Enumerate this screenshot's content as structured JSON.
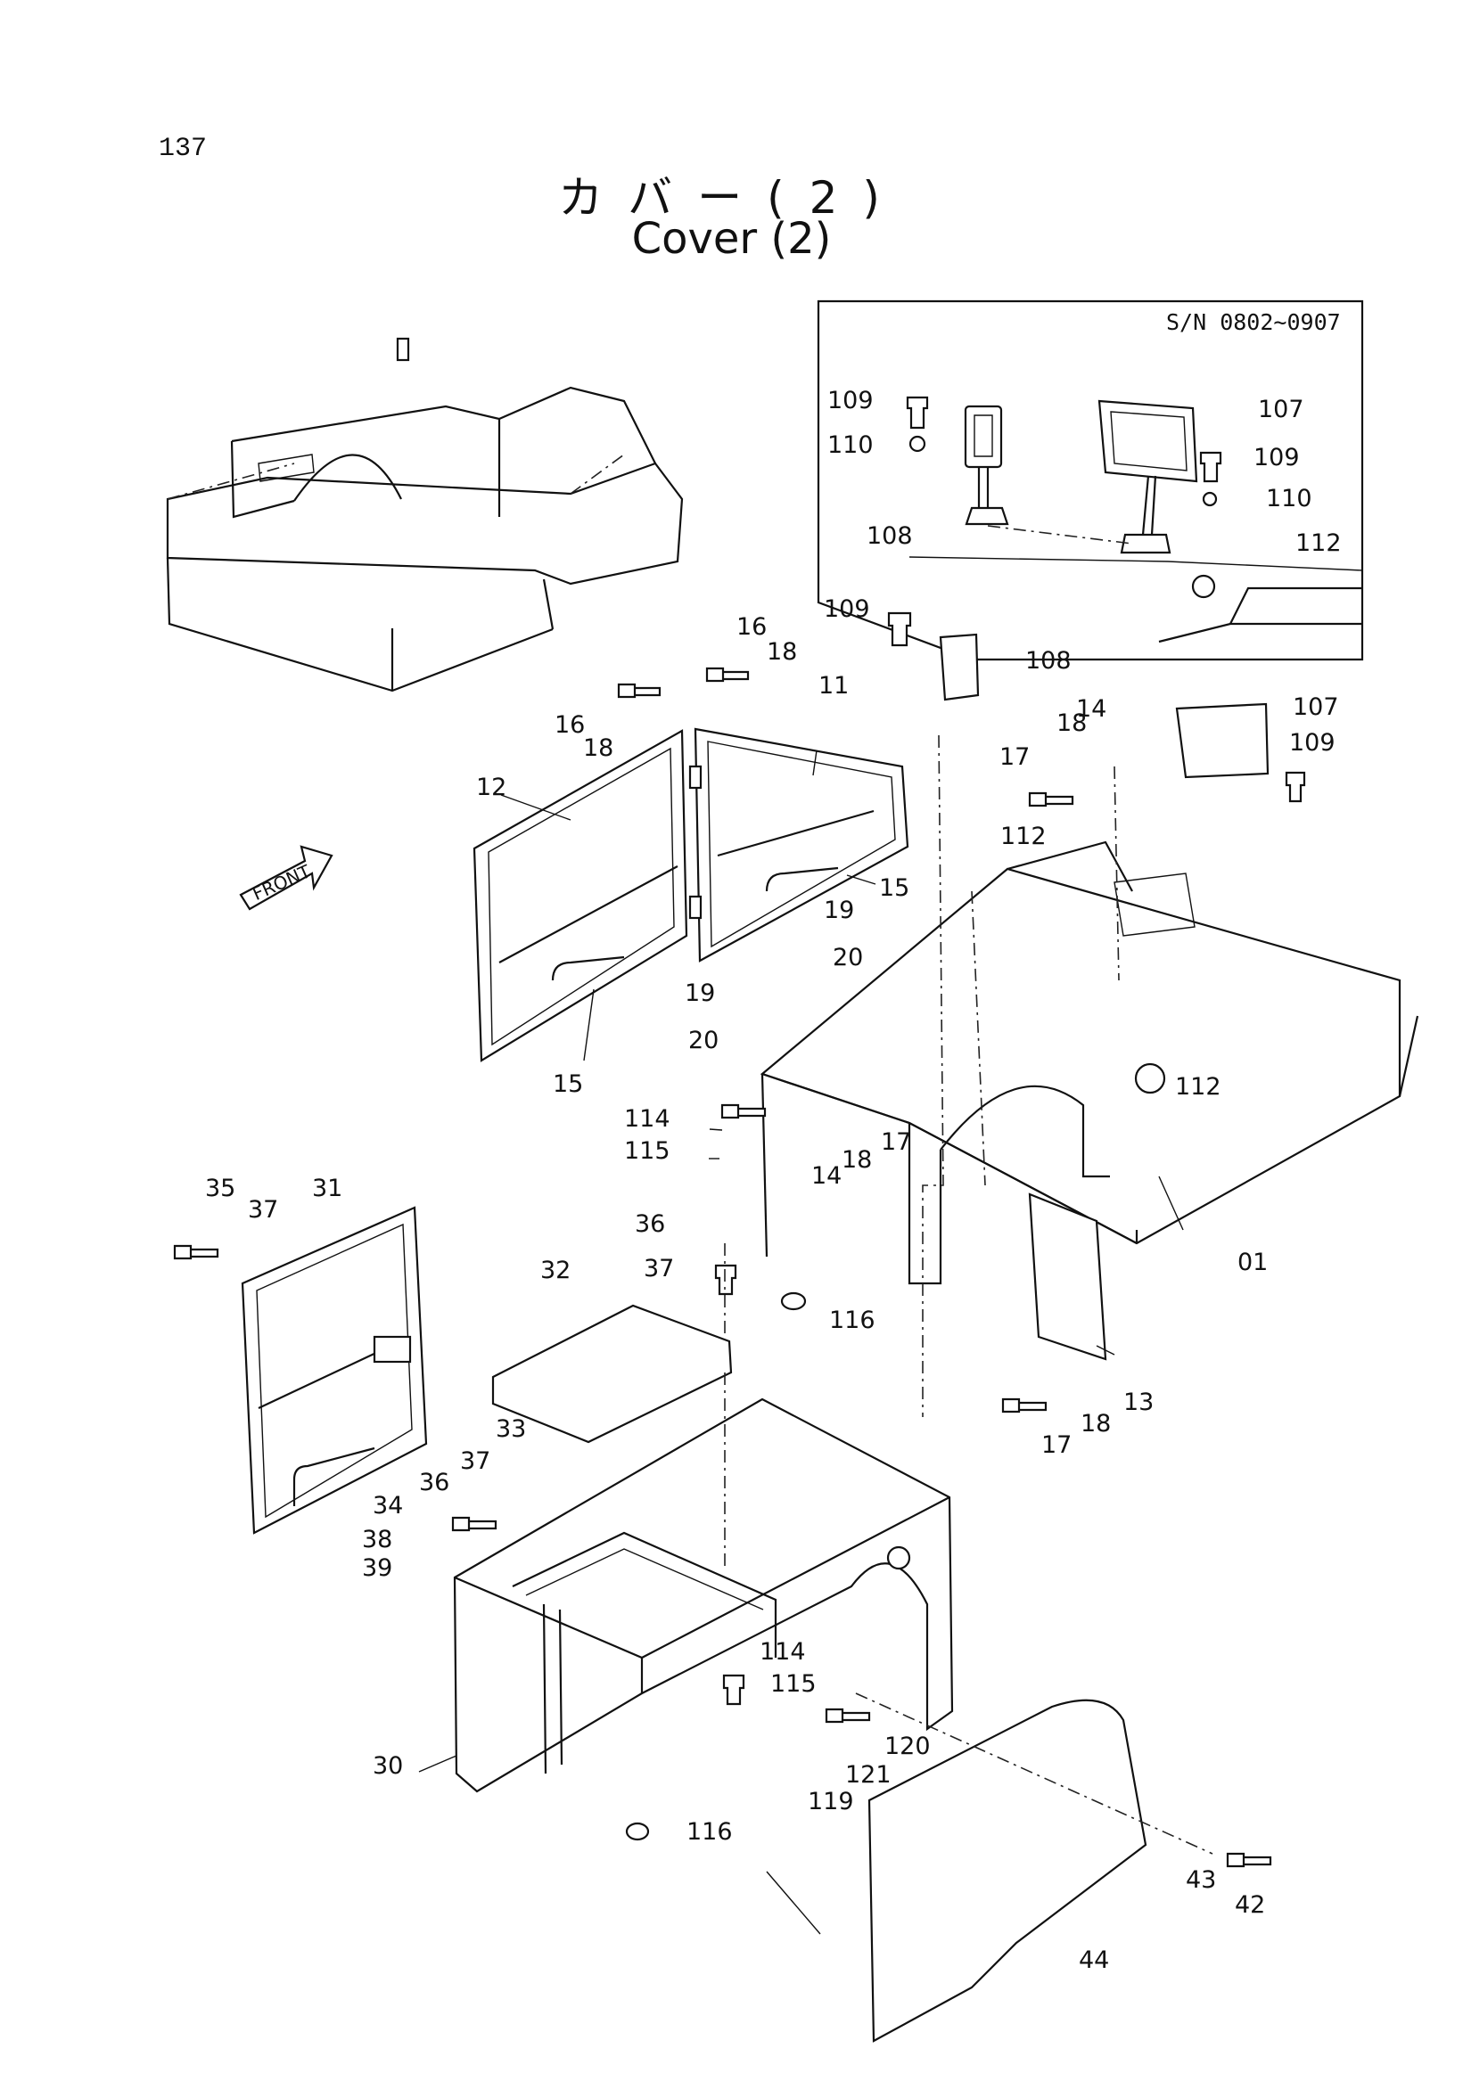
{
  "page_number": "137",
  "title_jp": "カバー(2)",
  "title_en": "Cover (2)",
  "inset": {
    "serial_range": "S/N 0802~0907"
  },
  "front_label": "FRONT",
  "part_labels": [
    "109",
    "110",
    "107",
    "109",
    "110",
    "108",
    "112",
    "109",
    "108",
    "107",
    "109",
    "18",
    "14",
    "17",
    "112",
    "112",
    "01",
    "16",
    "18",
    "11",
    "16",
    "18",
    "12",
    "15",
    "19",
    "20",
    "19",
    "20",
    "15",
    "114",
    "115",
    "17",
    "18",
    "14",
    "36",
    "37",
    "116",
    "13",
    "18",
    "17",
    "35",
    "37",
    "31",
    "32",
    "33",
    "37",
    "36",
    "34",
    "38",
    "39",
    "114",
    "115",
    "30",
    "116",
    "119",
    "121",
    "120",
    "43",
    "42",
    "44"
  ]
}
